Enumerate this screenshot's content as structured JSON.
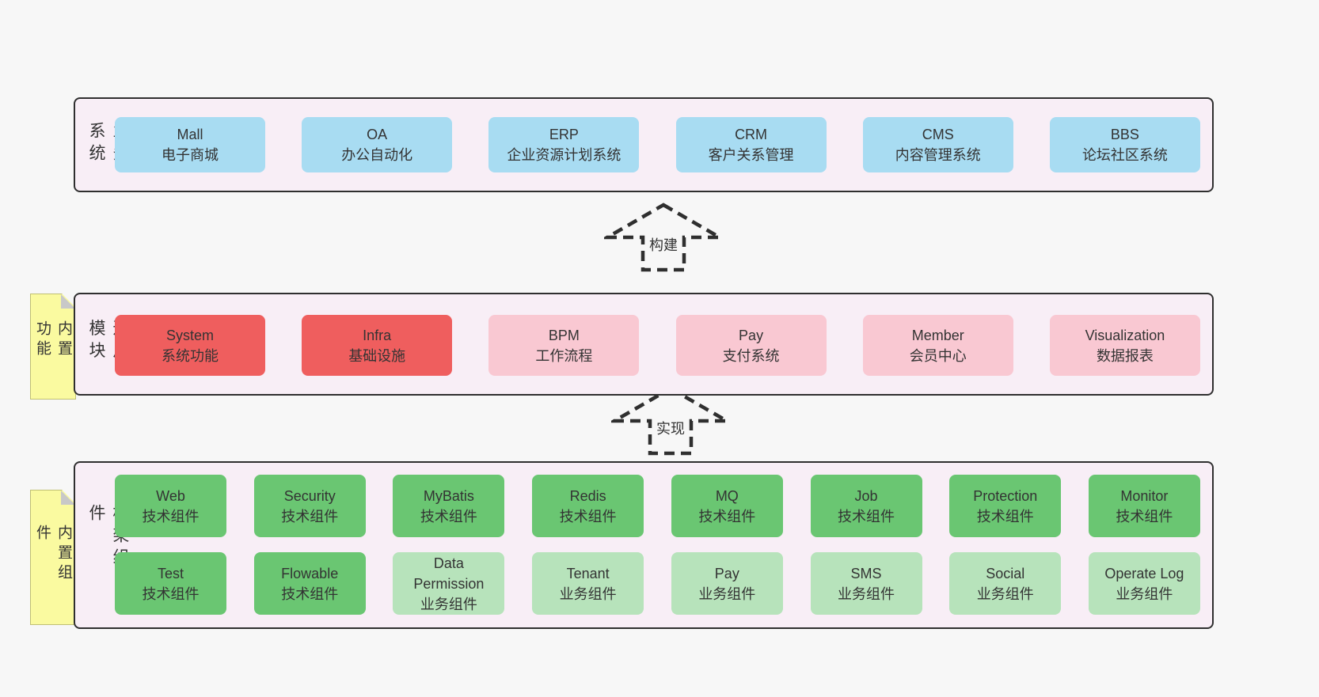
{
  "arrows": [
    {
      "label": "构建"
    },
    {
      "label": "实现"
    }
  ],
  "layers": [
    {
      "label": "业务系统",
      "boxes": [
        {
          "name": "Mall",
          "desc": "电子商城"
        },
        {
          "name": "OA",
          "desc": "办公自动化"
        },
        {
          "name": "ERP",
          "desc": "企业资源计划系统"
        },
        {
          "name": "CRM",
          "desc": "客户关系管理"
        },
        {
          "name": "CMS",
          "desc": "内容管理系统"
        },
        {
          "name": "BBS",
          "desc": "论坛社区系统"
        }
      ]
    },
    {
      "label": "通用模块",
      "note": "内置功能",
      "boxes": [
        {
          "name": "System",
          "desc": "系统功能"
        },
        {
          "name": "Infra",
          "desc": "基础设施"
        },
        {
          "name": "BPM",
          "desc": "工作流程"
        },
        {
          "name": "Pay",
          "desc": "支付系统"
        },
        {
          "name": "Member",
          "desc": "会员中心"
        },
        {
          "name": "Visualization",
          "desc": "数据报表"
        }
      ]
    },
    {
      "label": "框架组件",
      "note": "内置组件",
      "rows": [
        [
          {
            "name": "Web",
            "desc": "技术组件"
          },
          {
            "name": "Security",
            "desc": "技术组件"
          },
          {
            "name": "MyBatis",
            "desc": "技术组件"
          },
          {
            "name": "Redis",
            "desc": "技术组件"
          },
          {
            "name": "MQ",
            "desc": "技术组件"
          },
          {
            "name": "Job",
            "desc": "技术组件"
          },
          {
            "name": "Protection",
            "desc": "技术组件"
          },
          {
            "name": "Monitor",
            "desc": "技术组件"
          }
        ],
        [
          {
            "name": "Test",
            "desc": "技术组件"
          },
          {
            "name": "Flowable",
            "desc": "技术组件"
          },
          {
            "name": "Data Permission",
            "desc": "业务组件"
          },
          {
            "name": "Tenant",
            "desc": "业务组件"
          },
          {
            "name": "Pay",
            "desc": "业务组件"
          },
          {
            "name": "SMS",
            "desc": "业务组件"
          },
          {
            "name": "Social",
            "desc": "业务组件"
          },
          {
            "name": "Operate Log",
            "desc": "业务组件"
          }
        ]
      ]
    }
  ],
  "colors": {
    "page_bg": "#f7f7f7",
    "panel_bg": "#f8eef6",
    "panel_border": "#2f2f2f",
    "blue_box": "#a8dcf2",
    "red_box": "#ef5e5e",
    "pink_box": "#f9c8d2",
    "green_box": "#6ac672",
    "light_green_box": "#b7e3bb",
    "note_bg": "#fafaa0",
    "note_fold": "#c8c8c8",
    "text": "#333333"
  }
}
